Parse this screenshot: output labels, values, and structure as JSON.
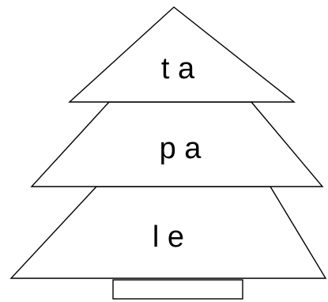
{
  "tree": {
    "tiers": [
      {
        "label": "t a"
      },
      {
        "label": "p a"
      },
      {
        "label": "l e"
      }
    ]
  },
  "colors": {
    "line": "#000000",
    "fill": "#ffffff",
    "background": "#ffffff"
  }
}
